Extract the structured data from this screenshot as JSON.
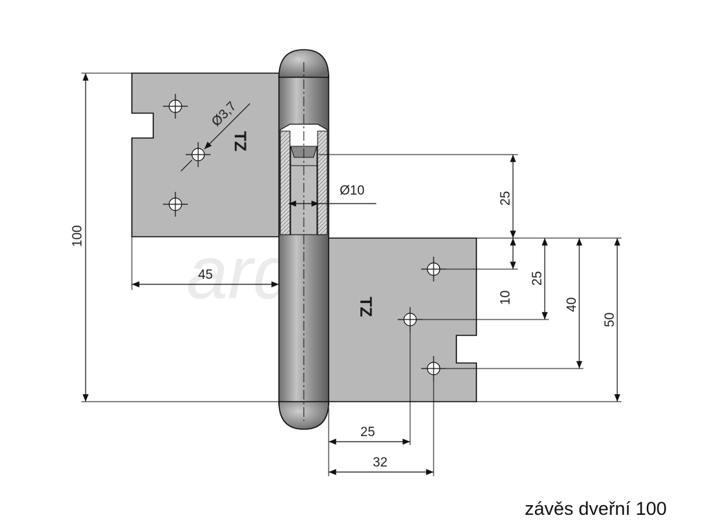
{
  "caption": "závěs dveřní 100",
  "watermark": "arden.cz",
  "logo_text": "TZ",
  "dimensions": {
    "hole_diameter": "Ø3,7",
    "pin_diameter": "Ø10",
    "total_height": "100",
    "leaf_width": "45",
    "upper_offset": "25",
    "hole_25": "25",
    "hole_10": "10",
    "hole_40": "40",
    "leaf_height": "50",
    "hole_x_25": "25",
    "hole_x_32": "32"
  },
  "colors": {
    "leaf_fill": "#b8b8b8",
    "knuckle_fill": "#a0a0a0",
    "line": "#111111"
  }
}
